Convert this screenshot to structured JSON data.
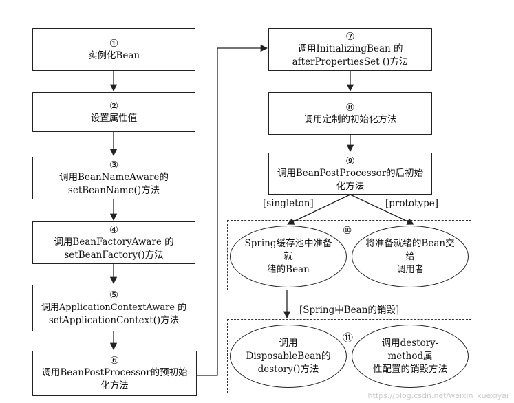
{
  "steps": [
    {
      "num": "①",
      "lines": [
        "实例化Bean"
      ]
    },
    {
      "num": "②",
      "lines": [
        "设置属性值"
      ]
    },
    {
      "num": "③",
      "lines": [
        "调用BeanNameAware的",
        "setBeanName()方法"
      ]
    },
    {
      "num": "④",
      "lines": [
        "调用BeanFactoryAware 的",
        "setBeanFactory()方法"
      ]
    },
    {
      "num": "⑤",
      "lines": [
        "调用ApplicationContextAware 的",
        "setApplicationContext()方法"
      ]
    },
    {
      "num": "⑥",
      "lines": [
        "调用BeanPostProcessor的预初始",
        "化方法"
      ]
    },
    {
      "num": "⑦",
      "lines": [
        "调用InitializingBean 的",
        "afterPropertiesSet ()方法"
      ]
    },
    {
      "num": "⑧",
      "lines": [
        "调用定制的初始化方法"
      ]
    },
    {
      "num": "⑨",
      "lines": [
        "调用BeanPostProcessor的后初始",
        "化方法"
      ]
    }
  ],
  "branch_labels": {
    "singleton": "[singleton]",
    "prototype": "[prototype]",
    "destroy": "[Spring中Bean的销毁]"
  },
  "groups": {
    "ten": {
      "num": "⑩",
      "left": [
        "Spring缓存池中准备就",
        "绪的Bean"
      ],
      "right": [
        "将准备就绪的Bean交给",
        "调用者"
      ]
    },
    "eleven": {
      "num": "⑪",
      "left": [
        "调用DisposableBean的",
        "destory()方法"
      ],
      "right": [
        "调用destory-method属",
        "性配置的销毁方法"
      ]
    }
  },
  "watermark": "https://blog.csdn.net/weixin_xuexiyai"
}
